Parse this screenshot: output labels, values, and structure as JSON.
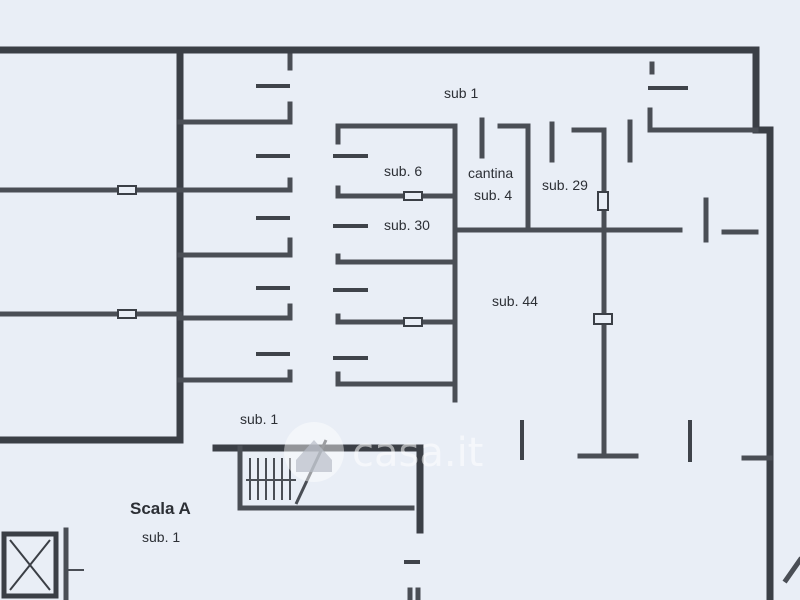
{
  "labels": {
    "sub1_top": "sub 1",
    "sub6": "sub. 6",
    "cantina": "cantina",
    "sub4": "sub. 4",
    "sub29": "sub. 29",
    "sub30": "sub. 30",
    "sub44": "sub. 44",
    "sub1_mid": "sub. 1",
    "scala": "Scala A",
    "sub1_bottom": "sub. 1"
  },
  "watermark": {
    "text": "casa.it",
    "icon": "house-logo-icon"
  },
  "colors": {
    "paper": "#e9eef6",
    "ink": "#3b3f46"
  }
}
